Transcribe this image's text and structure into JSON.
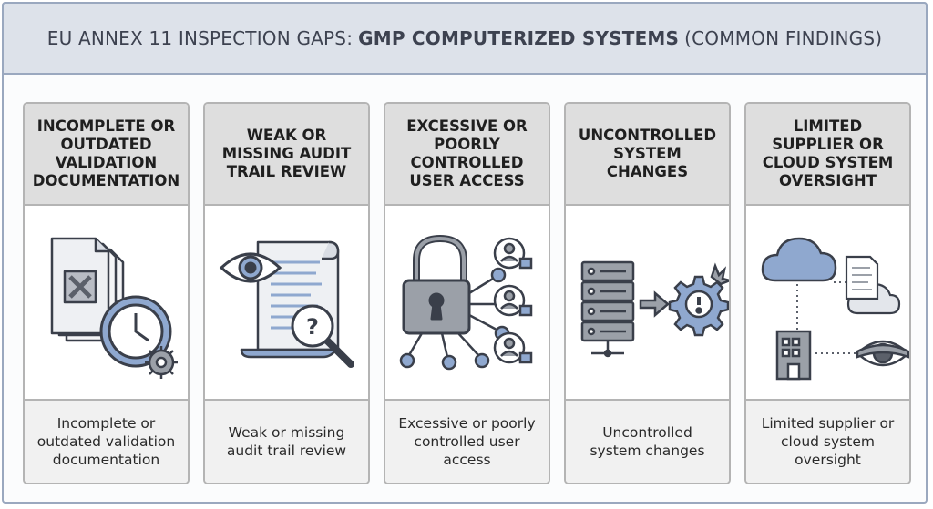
{
  "title": {
    "prefix": "EU ANNEX 11 INSPECTION GAPS:",
    "emphasis": "GMP COMPUTERIZED SYSTEMS",
    "suffix": "(COMMON FINDINGS)"
  },
  "cards": [
    {
      "heading": "INCOMPLETE OR OUTDATED VALIDATION DOCUMENTATION",
      "caption": "Incomplete or outdated validation documentation",
      "icon": "documents-clock-gear-icon"
    },
    {
      "heading": "WEAK OR MISSING AUDIT TRAIL REVIEW",
      "caption": "Weak or missing audit trail review",
      "icon": "eye-scroll-magnifier-icon"
    },
    {
      "heading": "EXCESSIVE OR POORLY CONTROLLED USER ACCESS",
      "caption": "Excessive or poorly controlled user access",
      "icon": "padlock-keys-users-icon"
    },
    {
      "heading": "UNCONTROLLED SYSTEM CHANGES",
      "caption": "Uncontrolled system changes",
      "icon": "server-gear-alert-icon"
    },
    {
      "heading": "LIMITED SUPPLIER OR CLOUD SYSTEM OVERSIGHT",
      "caption": "Limited supplier or cloud system oversight",
      "icon": "cloud-building-eye-icon"
    }
  ],
  "colors": {
    "header_bg": "#dde2ea",
    "accent_blue": "#8fa8cf",
    "steel": "#9ba0a8",
    "outline": "#3a3f4a"
  }
}
